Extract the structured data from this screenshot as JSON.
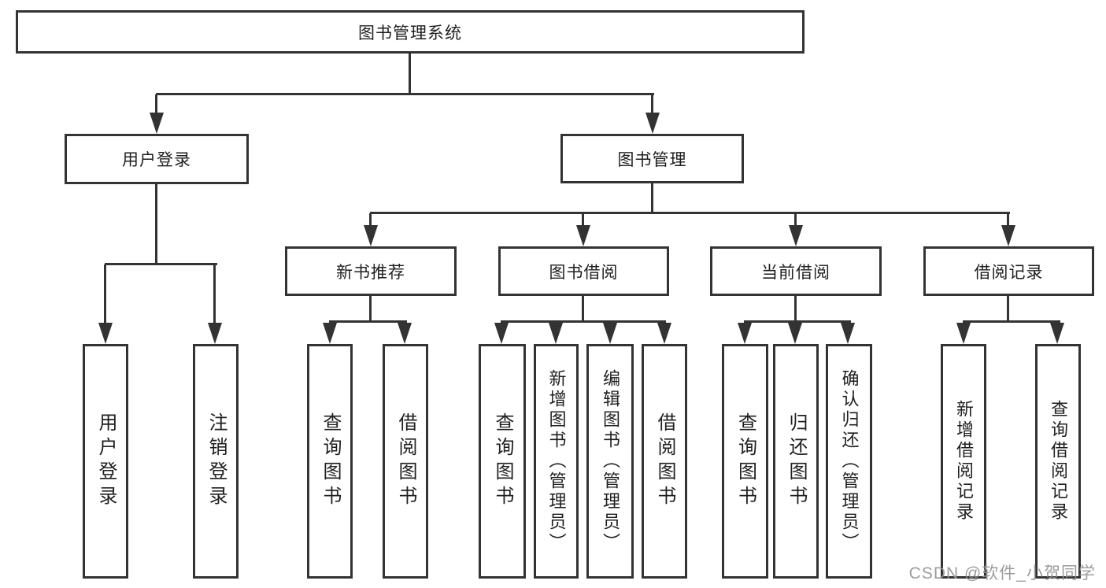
{
  "tree": {
    "root": {
      "label": "图书管理系统",
      "children": [
        {
          "label": "用户登录",
          "children": [
            {
              "label": "用户登录"
            },
            {
              "label": "注销登录"
            }
          ]
        },
        {
          "label": "图书管理",
          "children": [
            {
              "label": "新书推荐",
              "children": [
                {
                  "label": "查询图书"
                },
                {
                  "label": "借阅图书"
                }
              ]
            },
            {
              "label": "图书借阅",
              "children": [
                {
                  "label": "查询图书"
                },
                {
                  "label": "新增图书（管理员）"
                },
                {
                  "label": "编辑图书（管理员）"
                },
                {
                  "label": "借阅图书"
                }
              ]
            },
            {
              "label": "当前借阅",
              "children": [
                {
                  "label": "查询图书"
                },
                {
                  "label": "归还图书"
                },
                {
                  "label": "确认归还（管理员）"
                }
              ]
            },
            {
              "label": "借阅记录",
              "children": [
                {
                  "label": "新增借阅记录"
                },
                {
                  "label": "查询借阅记录"
                }
              ]
            }
          ]
        }
      ]
    }
  },
  "watermark": {
    "text": "CSDN @软件_小贺同学"
  },
  "style": {
    "line_color": "#333333",
    "text_color": "#1f1f1f",
    "watermark_color": "#949494"
  }
}
